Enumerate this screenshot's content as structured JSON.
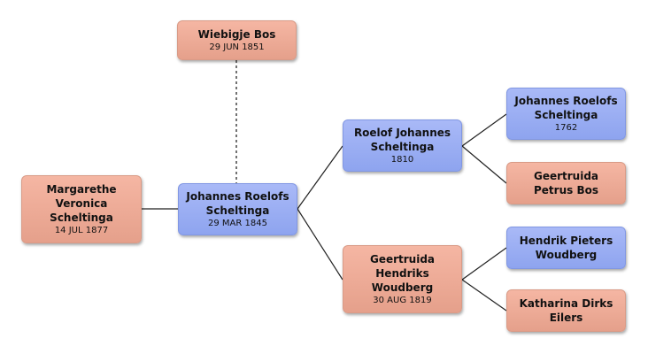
{
  "persons": {
    "wiebigje": {
      "name": "Wiebigje Bos",
      "date": "29 JUN 1851",
      "sex": "female"
    },
    "margarethe": {
      "name": "Margarethe Veronica Scheltinga",
      "date": "14 JUL 1877",
      "sex": "female"
    },
    "johannes": {
      "name": "Johannes Roelofs Scheltinga",
      "date": "29 MAR 1845",
      "sex": "male"
    },
    "roelof": {
      "name": "Roelof Johannes Scheltinga",
      "date": "1810",
      "sex": "male"
    },
    "geertruida_hendriks": {
      "name": "Geertruida Hendriks Woudberg",
      "date": "30 AUG 1819",
      "sex": "female"
    },
    "johannes_sr": {
      "name": "Johannes Roelofs Scheltinga",
      "date": "1762",
      "sex": "male"
    },
    "geertruida_petrus": {
      "name": "Geertruida Petrus Bos",
      "date": "",
      "sex": "female"
    },
    "hendrik": {
      "name": "Hendrik Pieters Woudberg",
      "date": "",
      "sex": "male"
    },
    "katharina": {
      "name": "Katharina Dirks Eilers",
      "date": "",
      "sex": "female"
    }
  },
  "colors": {
    "female": "#eaa893",
    "male": "#98acf2",
    "connector": "#222222"
  }
}
